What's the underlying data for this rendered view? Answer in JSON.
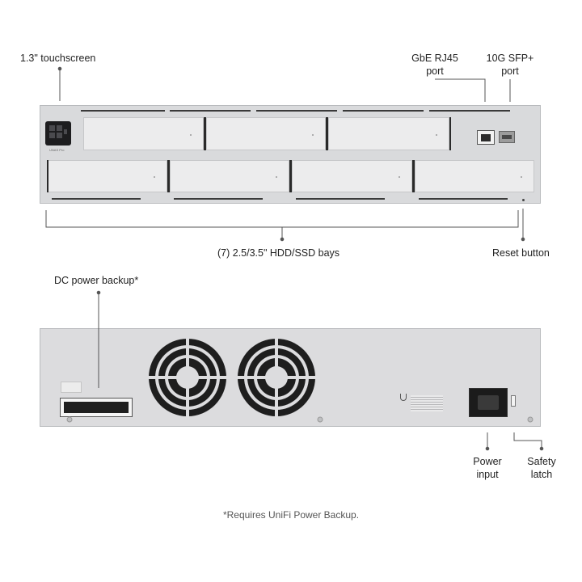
{
  "labels": {
    "touchscreen": "1.3\" touchscreen",
    "rj45_line1": "GbE RJ45",
    "rj45_line2": "port",
    "sfp_line1": "10G SFP+",
    "sfp_line2": "port",
    "bays": "(7) 2.5/3.5\" HDD/SSD bays",
    "reset": "Reset button",
    "dc_backup": "DC power backup*",
    "power_line1": "Power",
    "power_line2": "input",
    "latch_line1": "Safety",
    "latch_line2": "latch"
  },
  "device": {
    "model_label": "UNAS Pro"
  },
  "footnote": "*Requires UniFi Power Backup."
}
